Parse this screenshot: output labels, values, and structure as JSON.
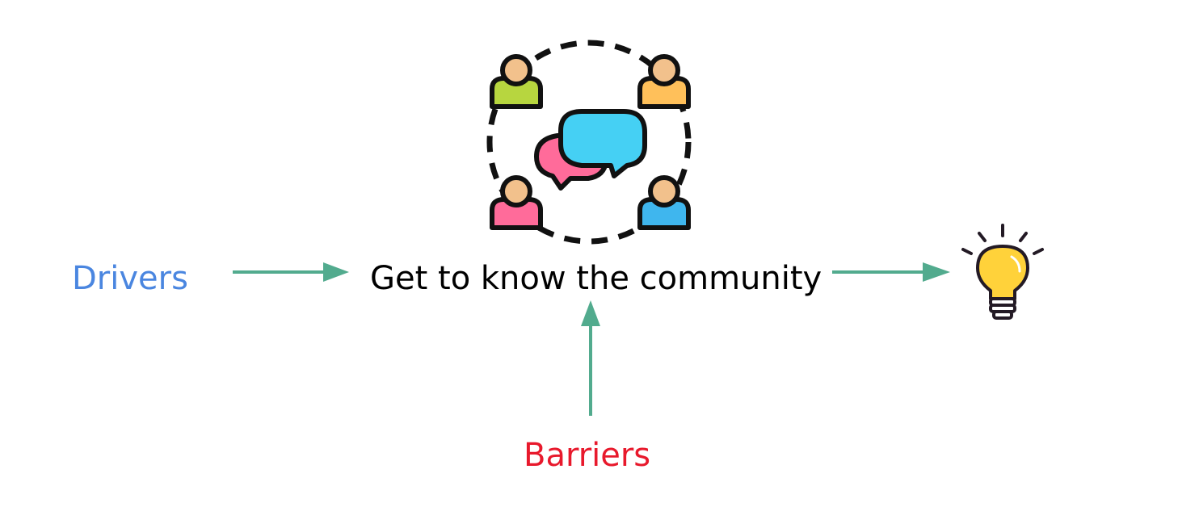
{
  "diagram": {
    "drivers_label": "Drivers",
    "center_label": "Get to know the community",
    "barriers_label": "Barriers"
  },
  "colors": {
    "drivers": "#4a86e0",
    "barriers": "#e8192c",
    "arrow": "#52ab8e",
    "bulb": "#ffd23a"
  },
  "icons": {
    "center": "community-chat-icon",
    "outcome": "lightbulb-icon"
  }
}
